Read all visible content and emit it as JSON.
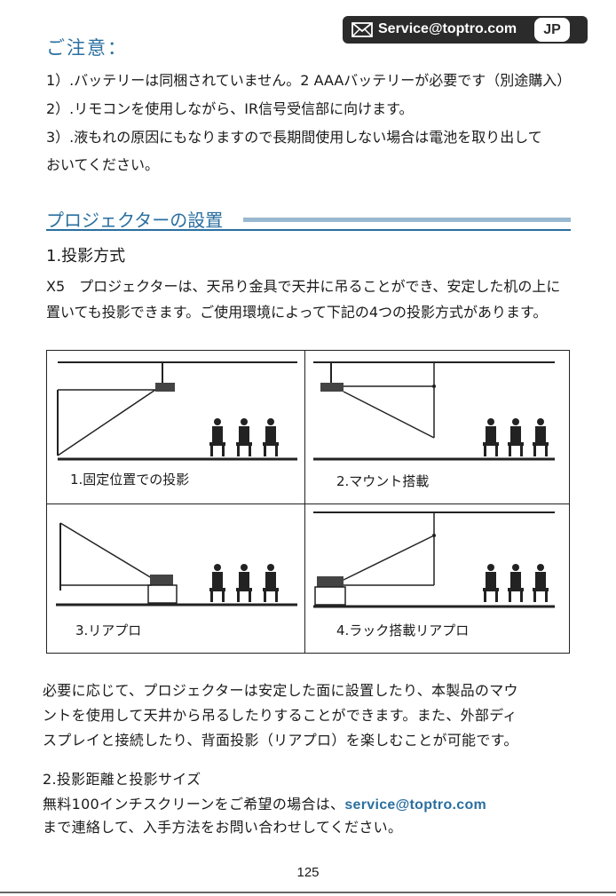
{
  "header": {
    "email": "Service@toptro.com",
    "lang": "JP",
    "icon": "mail-icon"
  },
  "notice": {
    "title": "ご注意：",
    "lines": [
      "1）.バッテリーは同梱されていません。2 AAAバッテリーが必要です（別途購入）",
      "2）.リモコンを使用しながら、IR信号受信部に向けます。",
      "3）.液もれの原因にもなりますので長期間使用しない場合は電池を取り出して",
      "おいてください。"
    ]
  },
  "section": {
    "heading": "プロジェクターの設置",
    "subheading": "1.投影方式",
    "intro": [
      "X5　プロジェクターは、天吊り金具で天井に吊ることができ、安定した机の上に",
      "置いても投影できます。ご使用環境によって下記の4つの投影方式があります。"
    ]
  },
  "modes": [
    {
      "label": "1.固定位置での投影"
    },
    {
      "label": "2.マウント搭載"
    },
    {
      "label": "3.リアプロ"
    },
    {
      "label": "4.ラック搭載リアプロ"
    }
  ],
  "body": [
    "必要に応じて、プロジェクターは安定した面に設置したり、本製品のマウ",
    "ントを使用して天井から吊るしたりすることができます。また、外部ディ",
    "スプレイと接続したり、背面投影（リアプロ）を楽しむことが可能です。"
  ],
  "distance": {
    "heading": "2.投影距離と投影サイズ",
    "line1": "無料100インチスクリーンをご希望の場合は、",
    "link": "service@toptro.com",
    "line2": "まで連絡して、入手方法をお問い合わせしてください。"
  },
  "page": {
    "number": "125"
  },
  "colors": {
    "accent": "#2a6fa0",
    "bar": "#9ab9d1",
    "badge": "#2b2b2b"
  }
}
